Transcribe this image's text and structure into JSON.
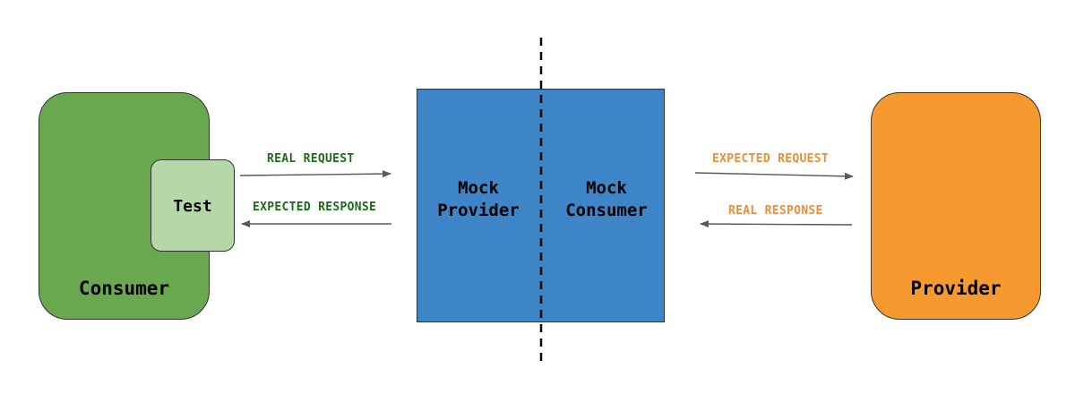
{
  "nodes": {
    "consumer": {
      "label": "Consumer",
      "color": "#6aa84f"
    },
    "test": {
      "label": "Test",
      "color": "#b6d7a8"
    },
    "mock_provider": {
      "label": "Mock\nProvider"
    },
    "mock_consumer": {
      "label": "Mock\nConsumer"
    },
    "mock": {
      "color": "#3d85c6"
    },
    "provider": {
      "label": "Provider",
      "color": "#f6992e"
    }
  },
  "edges": {
    "real_request": {
      "label": "REAL REQUEST",
      "color": "#1b6b1b"
    },
    "expected_response": {
      "label": "EXPECTED RESPONSE",
      "color": "#1b6b1b"
    },
    "expected_request": {
      "label": "EXPECTED REQUEST",
      "color": "#e69138"
    },
    "real_response": {
      "label": "REAL RESPONSE",
      "color": "#e69138"
    }
  },
  "colors": {
    "arrow": "#595959",
    "divider": "#000000"
  }
}
